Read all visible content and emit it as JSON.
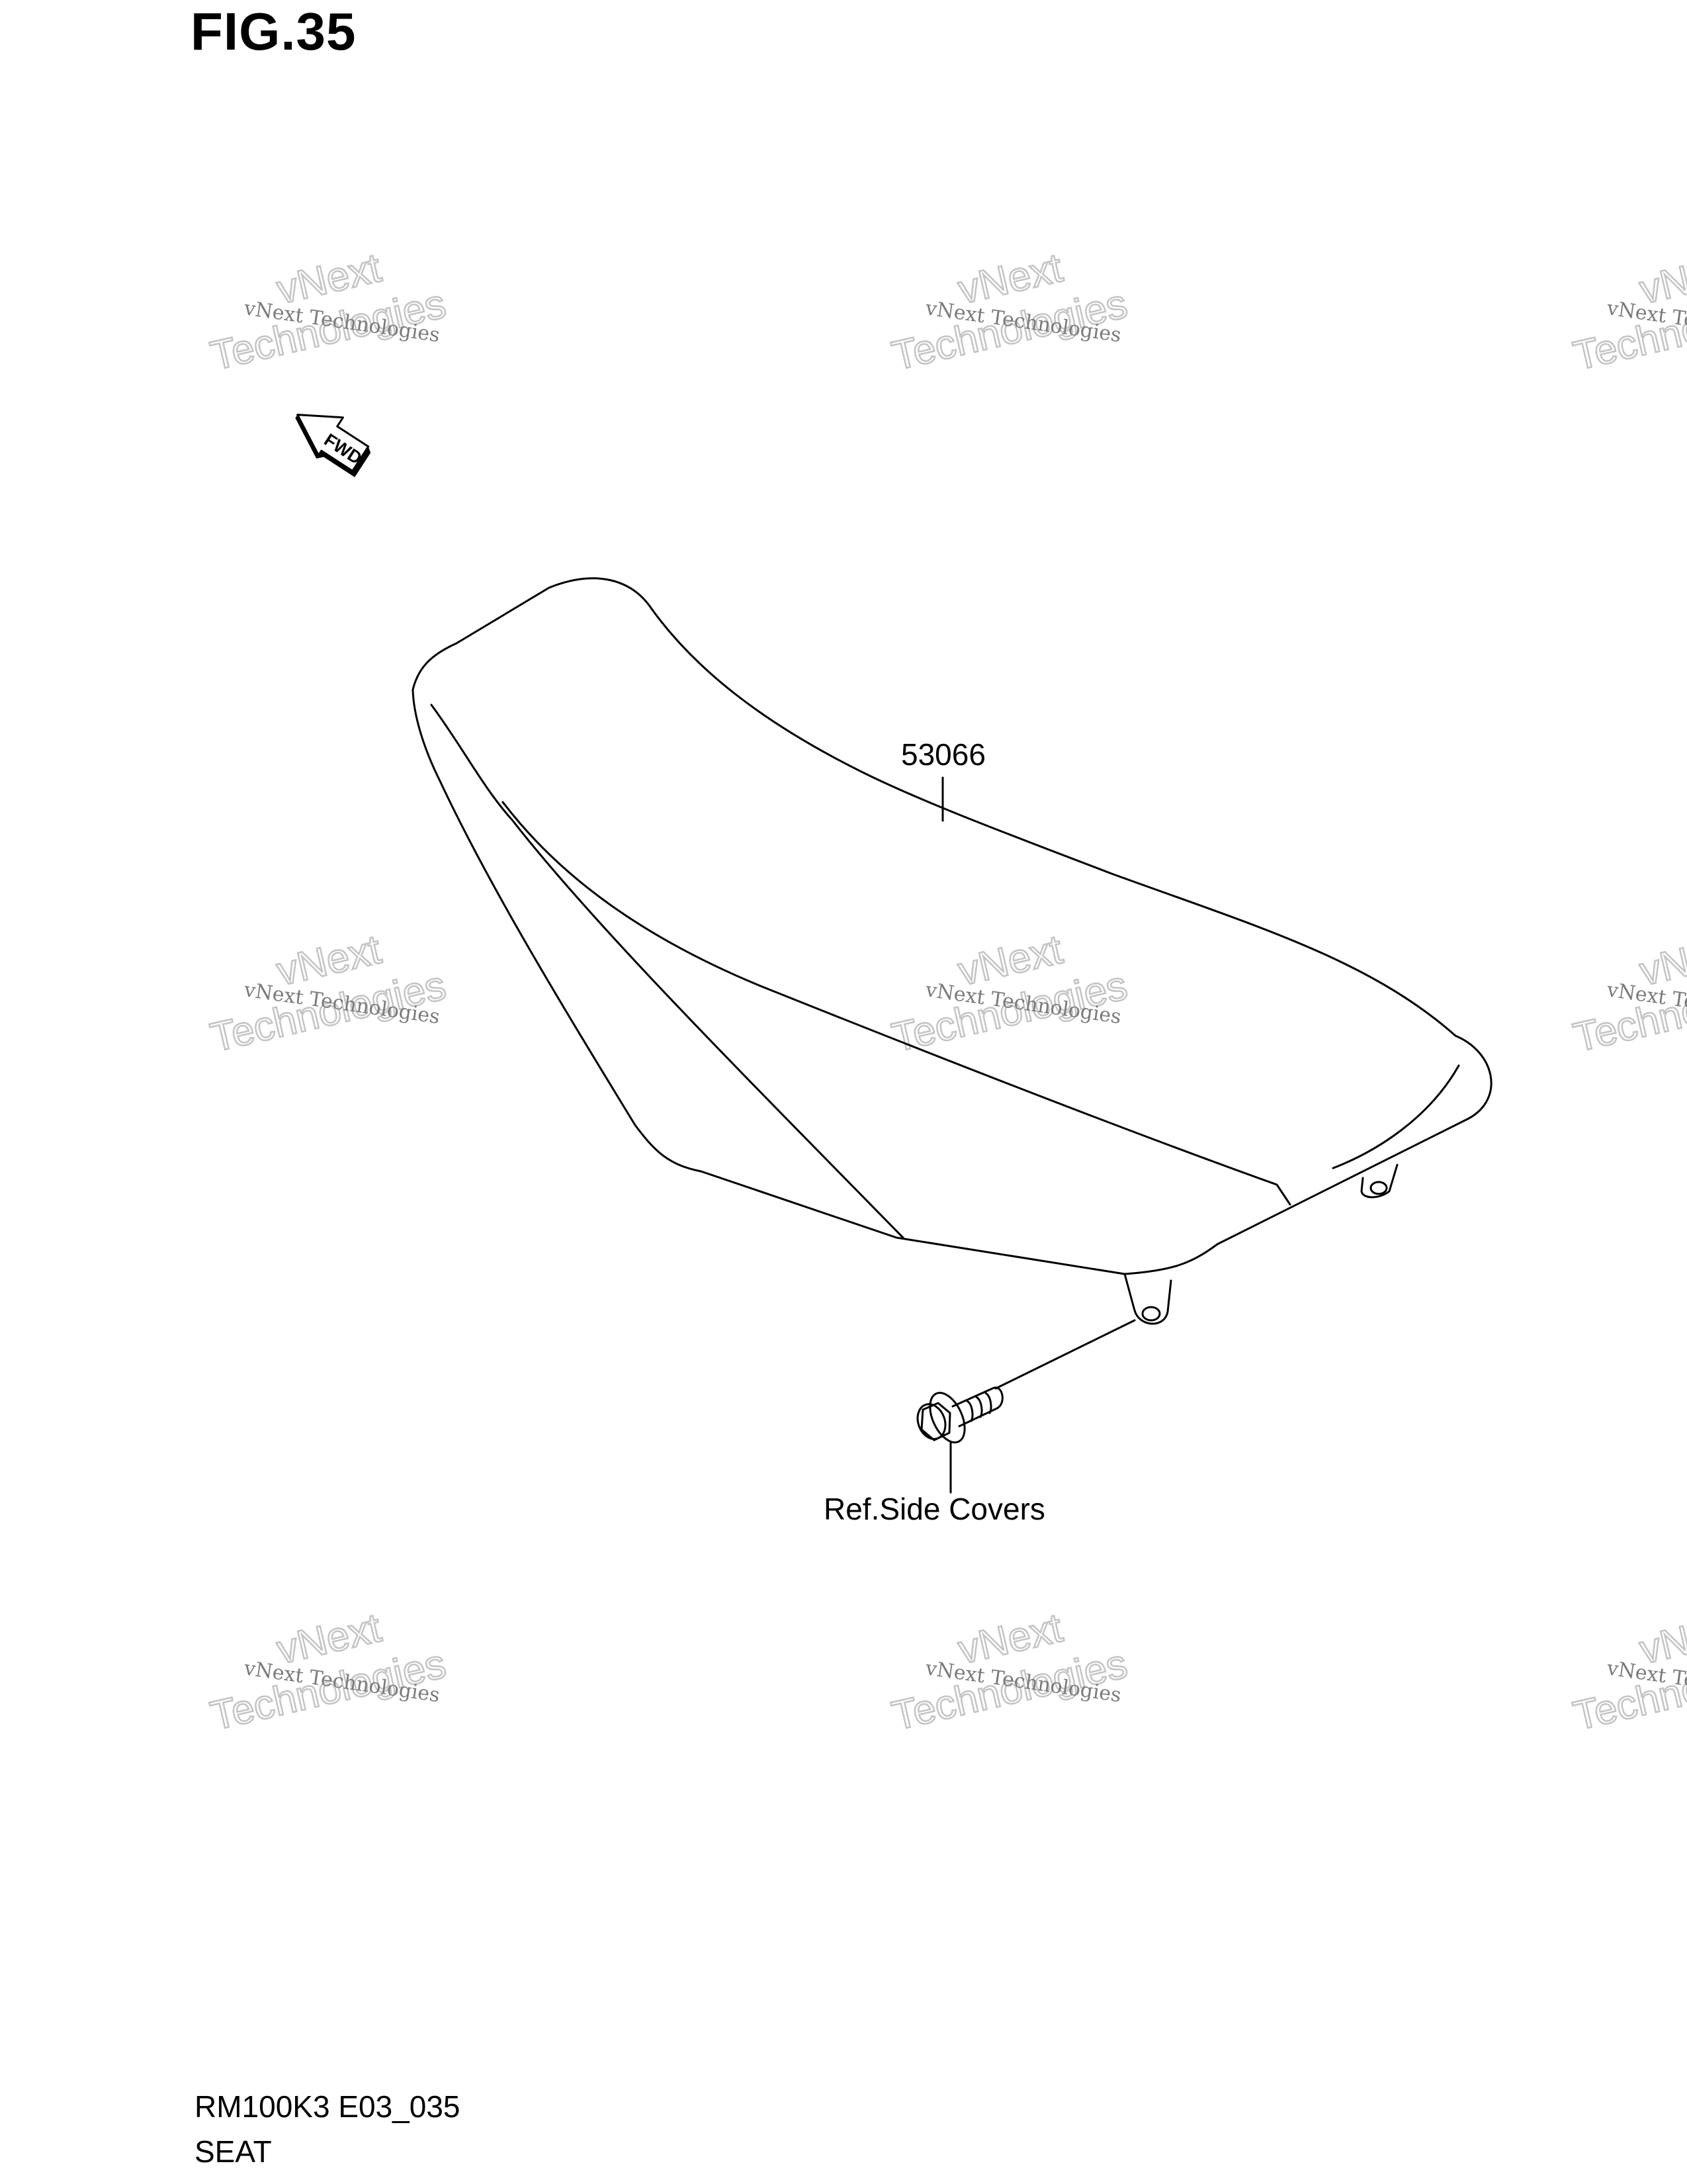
{
  "figure": {
    "title": "FIG.35"
  },
  "fwd_arrow": {
    "label": "FWD"
  },
  "watermark": {
    "line1": "vNext Technologies",
    "line2": "vNext",
    "line3": "Technologies"
  },
  "parts": {
    "seat_part_number": "53066",
    "bolt_reference": "Ref.Side Covers"
  },
  "footer": {
    "model_code": "RM100K3 E03_035",
    "section_name": "SEAT"
  }
}
